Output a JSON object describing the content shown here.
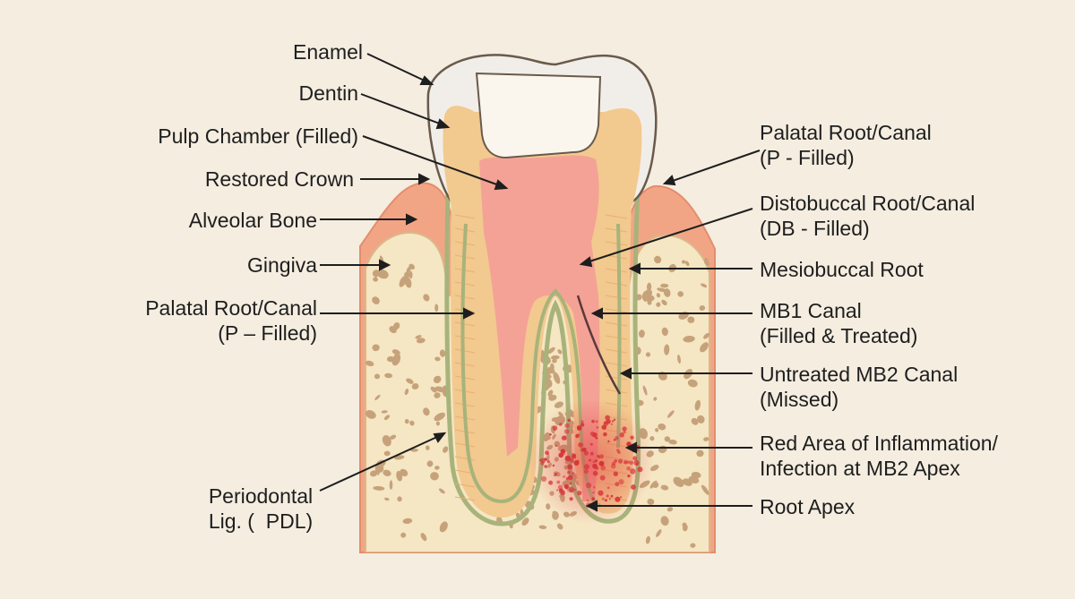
{
  "labels": {
    "enamel": "Enamel",
    "dentin": "Dentin",
    "pulp_chamber": "Pulp Chamber (Filled)",
    "restored_crown": "Restored Crown",
    "alveolar_bone": "Alveolar Bone",
    "gingiva": "Gingiva",
    "palatal_left": "Palatal Root/Canal\n(P – Filled)",
    "pdl": "Periodontal\nLig. (  PDL)",
    "palatal_right": "Palatal Root/Canal\n(P - Filled)",
    "distobuccal": "Distobuccal Root/Canal\n(DB - Filled)",
    "mesiobuccal": "Mesiobuccal Root",
    "mb1": "MB1 Canal\n(Filled & Treated)",
    "mb2": "Untreated MB2 Canal\n(Missed)",
    "inflammation": "Red Area of Inflammation/\nInfection at MB2 Apex",
    "root_apex": "Root Apex"
  },
  "colors": {
    "background": "#f4ede0",
    "enamel": "#f1eeea",
    "dentin": "#f2c98f",
    "pulp": "#f4a296",
    "gingiva": "#f2a585",
    "bone": "#f5e6c4",
    "bone_pores": "#c6a27a",
    "pdl_line": "#a7b37a",
    "inflammation": "#d8343a",
    "text": "#1e1e1e"
  }
}
